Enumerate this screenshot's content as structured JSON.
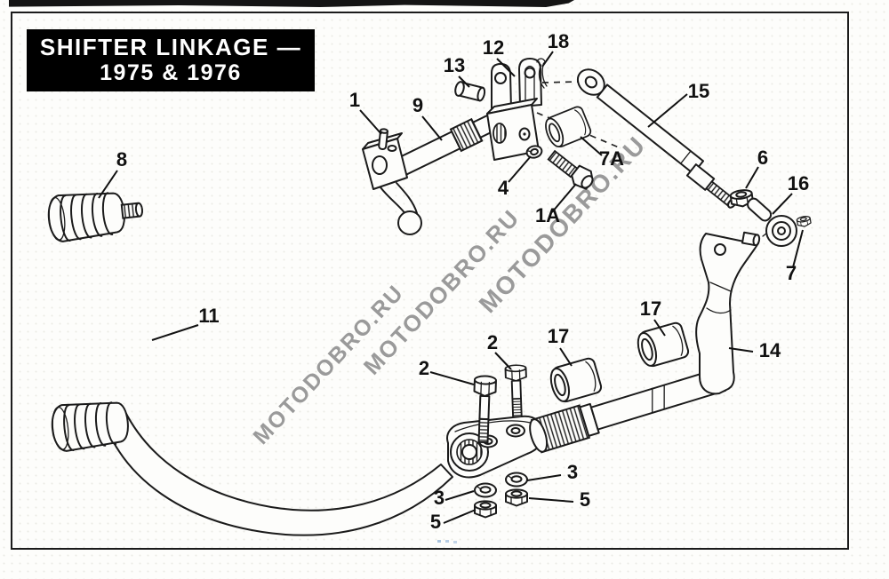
{
  "title_block": {
    "line1": "SHIFTER LINKAGE —",
    "line2": "1975 & 1976"
  },
  "watermark": {
    "text": "MOTODOBRO.RU",
    "color": "#9a9a9a"
  },
  "colors": {
    "ink": "#1b1b1b",
    "paper": "#fdfdfb",
    "title_bg": "#000000",
    "title_fg": "#ffffff"
  },
  "callouts": {
    "c1": "1",
    "c9": "9",
    "c13": "13",
    "c12": "12",
    "c18": "18",
    "c15": "15",
    "c7a": "7A",
    "c4": "4",
    "c1a": "1A",
    "c6": "6",
    "c16": "16",
    "c7": "7",
    "c8": "8",
    "c11": "11",
    "c2_left": "2",
    "c2_right": "2",
    "c17_left": "17",
    "c17_right": "17",
    "c14": "14",
    "c3_left": "3",
    "c3_right": "3",
    "c5_left": "5",
    "c5_right": "5"
  }
}
